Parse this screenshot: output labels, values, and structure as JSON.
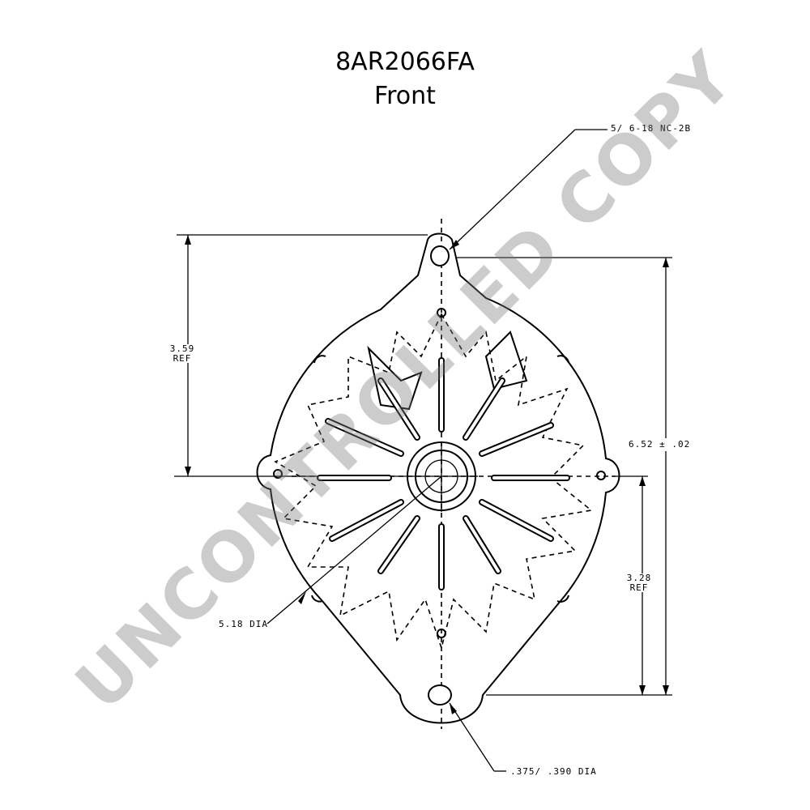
{
  "title": {
    "part_number": "8AR2066FA",
    "view": "Front"
  },
  "dimensions": {
    "thread_callout": "5/ 6-18 NC-2B",
    "height_upper_value": "3.59",
    "height_upper_suffix": "REF",
    "overall_height": "6.52 ± .02",
    "height_lower_value": "3.28",
    "height_lower_suffix": "REF",
    "body_diameter": "5.18 DIA",
    "mount_hole_diameter": ".375/ .390 DIA"
  },
  "watermark": "UNCONTROLLED COPY"
}
